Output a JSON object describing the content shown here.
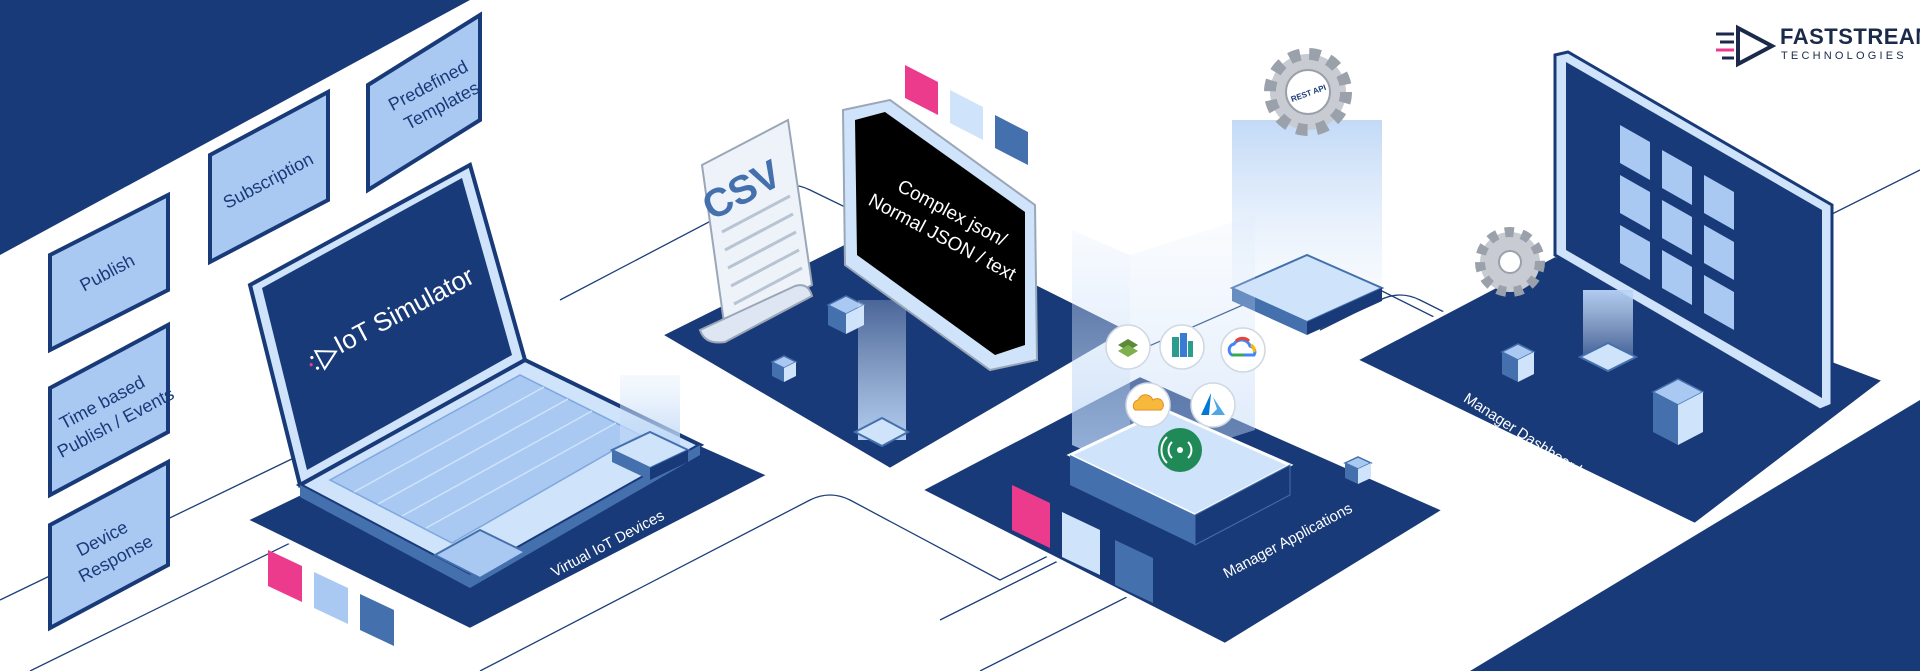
{
  "brand": {
    "name": "FASTSTREAM",
    "tagline": "TECHNOLOGIES",
    "icon": "faststream-play-logo-icon"
  },
  "features": {
    "predefined_templates": [
      "Predefined",
      "Templates"
    ],
    "subscription": "Subscription",
    "publish": "Publish",
    "time_based": [
      "Time based",
      "Publish / Events"
    ],
    "device_response": [
      "Device",
      "Response"
    ]
  },
  "laptop": {
    "screen_title": "IoT Simulator",
    "icon": "iot-simulator-logo-icon"
  },
  "data_formats": {
    "csv_label": "CSV",
    "monitor_lines": [
      "Complex json/",
      "Normal JSON / text"
    ]
  },
  "api": {
    "gear_label": "REST API",
    "icon": "gear-icon"
  },
  "platform_labels": {
    "virtual_devices": "Virtual IoT Devices",
    "manager_applications": "Manager Applications",
    "manager_dashboard": "Manager Dashboard"
  },
  "cloud_icons": [
    "layers-service-icon",
    "city-buildings-icon",
    "google-cloud-icon",
    "thinger-cloud-icon",
    "azure-icon",
    "wireless-signal-icon"
  ],
  "colors": {
    "navy": "#193a78",
    "light_blue": "#a9c9f3",
    "pink": "#ec3a8c",
    "mid_blue": "#4470ad",
    "pale_blue": "#cfe3fa"
  }
}
